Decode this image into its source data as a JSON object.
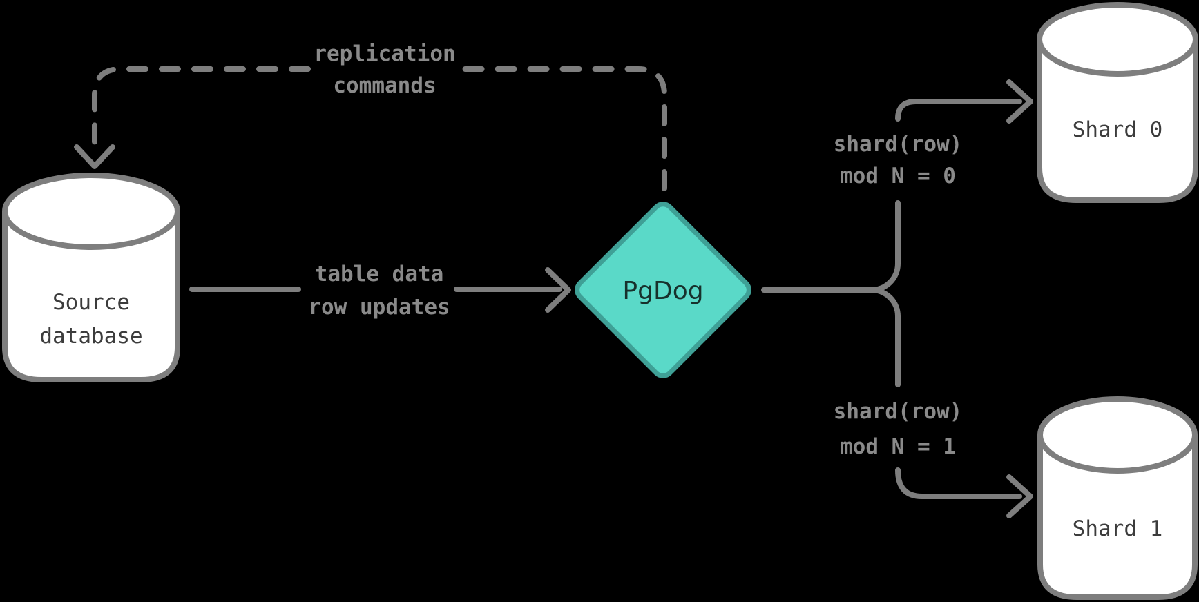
{
  "colors": {
    "background": "#000000",
    "line": "#7e7e7e",
    "edge_label": "#8a8a8a",
    "node_fill": "#ffffff",
    "node_text": "#3c3c3c",
    "accent_fill": "#5ad9c8",
    "accent_stroke": "#3fa096",
    "accent_text": "#17312c"
  },
  "diagram": {
    "nodes": {
      "source": {
        "shape": "cylinder",
        "line1": "Source",
        "line2": "database"
      },
      "router": {
        "shape": "diamond",
        "label": "PgDog"
      },
      "shard0": {
        "shape": "cylinder",
        "label": "Shard 0"
      },
      "shard1": {
        "shape": "cylinder",
        "label": "Shard 1"
      }
    },
    "edges": {
      "replication": {
        "style": "dashed",
        "from": "PgDog",
        "to": "Source database",
        "line1": "replication",
        "line2": "commands"
      },
      "table_data": {
        "style": "solid",
        "from": "Source database",
        "to": "PgDog",
        "line1": "table data",
        "line2": "row updates"
      },
      "route0": {
        "style": "solid",
        "from": "PgDog",
        "to": "Shard 0",
        "line1": "shard(row)",
        "line2": "mod N = 0"
      },
      "route1": {
        "style": "solid",
        "from": "PgDog",
        "to": "Shard 1",
        "line1": "shard(row)",
        "line2": "mod N = 1"
      }
    }
  }
}
